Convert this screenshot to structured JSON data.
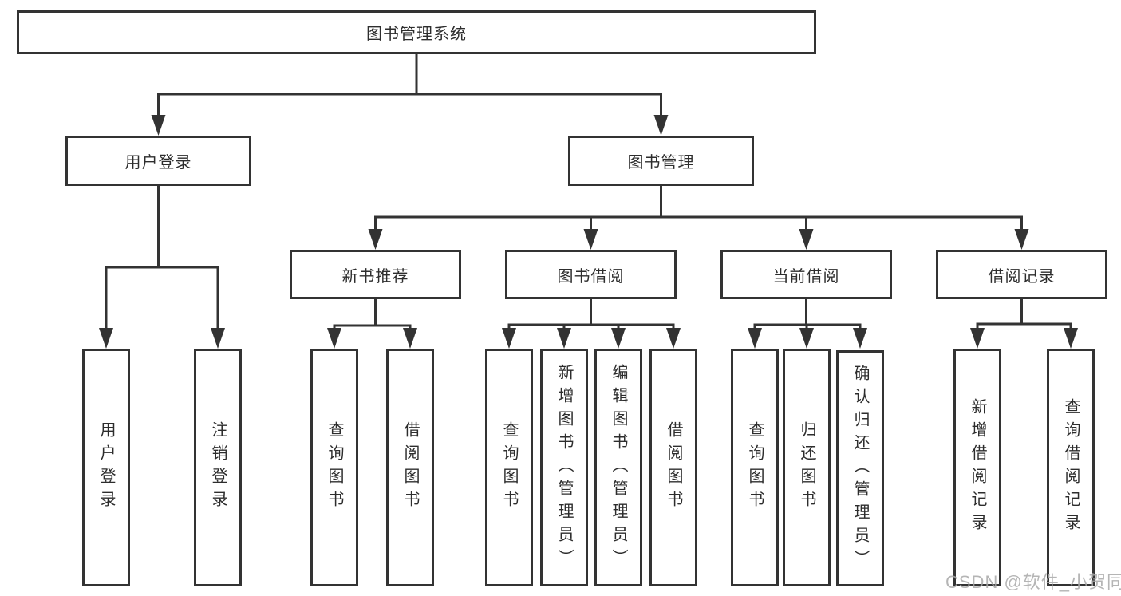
{
  "tree": {
    "root": {
      "label": "图书管理系统"
    },
    "children": [
      {
        "label": "用户登录",
        "children": [
          {
            "label": "用户登录"
          },
          {
            "label": "注销登录"
          }
        ]
      },
      {
        "label": "图书管理",
        "children": [
          {
            "label": "新书推荐",
            "children": [
              {
                "label": "查询图书"
              },
              {
                "label": "借阅图书"
              }
            ]
          },
          {
            "label": "图书借阅",
            "children": [
              {
                "label": "查询图书"
              },
              {
                "label": "新增图书（管理员）"
              },
              {
                "label": "编辑图书（管理员）"
              },
              {
                "label": "借阅图书"
              }
            ]
          },
          {
            "label": "当前借阅",
            "children": [
              {
                "label": "查询图书"
              },
              {
                "label": "归还图书"
              },
              {
                "label": "确认归还（管理员）"
              }
            ]
          },
          {
            "label": "借阅记录",
            "children": [
              {
                "label": "新增借阅记录"
              },
              {
                "label": "查询借阅记录"
              }
            ]
          }
        ]
      }
    ]
  },
  "watermark": {
    "text": "CSDN @软件_小贺同学",
    "color": "#a8a8a8"
  },
  "colors": {
    "line": "#333333",
    "box_border": "#333333",
    "box_fill": "#ffffff",
    "text": "#2d2d2d",
    "background": "#ffffff"
  }
}
